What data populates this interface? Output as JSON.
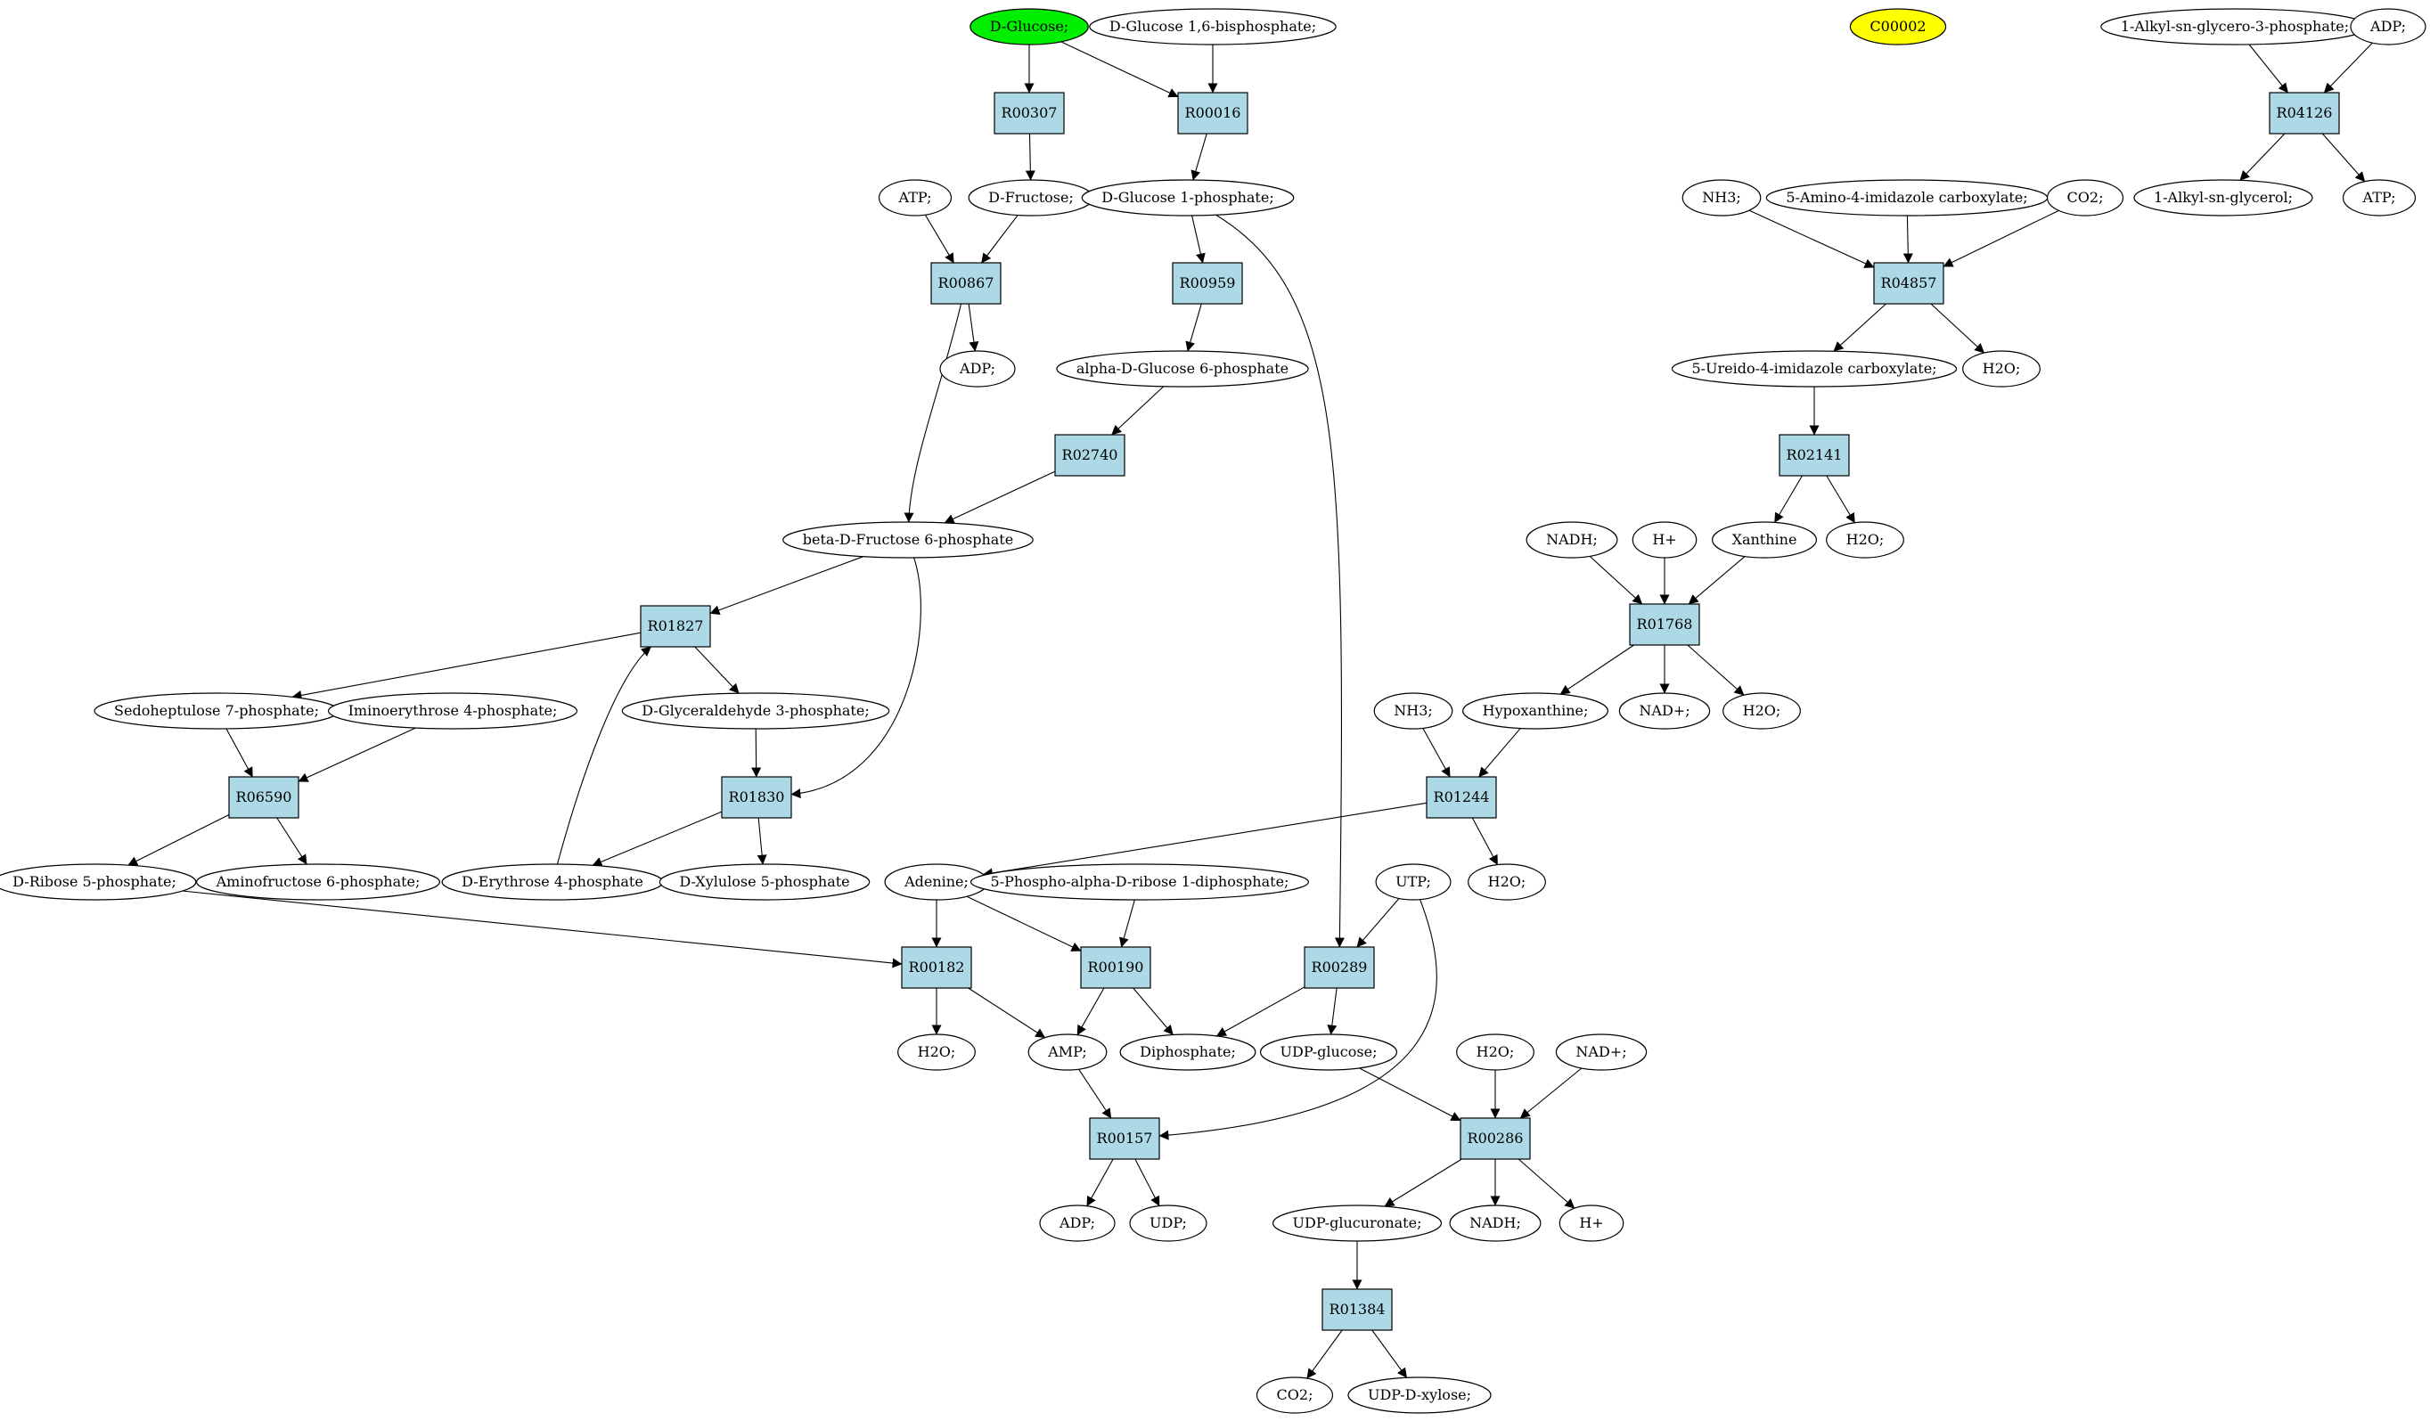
{
  "colors": {
    "reaction_fill": "#add8e6",
    "compound_fill": "#ffffff",
    "start_fill": "#00ee00",
    "target_fill": "#ffff00",
    "stroke": "#000000"
  },
  "nodes": {
    "dglc": {
      "label": "D-Glucose;",
      "kind": "compound",
      "highlight": "start"
    },
    "dglc16bp": {
      "label": "D-Glucose 1,6-bisphosphate;",
      "kind": "compound"
    },
    "c00002": {
      "label": "C00002",
      "kind": "compound",
      "highlight": "target"
    },
    "alkylg3p": {
      "label": "1-Alkyl-sn-glycero-3-phosphate;",
      "kind": "compound"
    },
    "adp_a": {
      "label": "ADP;",
      "kind": "compound"
    },
    "r00307": {
      "label": "R00307",
      "kind": "reaction"
    },
    "r00016": {
      "label": "R00016",
      "kind": "reaction"
    },
    "r04126": {
      "label": "R04126",
      "kind": "reaction"
    },
    "atp1": {
      "label": "ATP;",
      "kind": "compound"
    },
    "dfru": {
      "label": "D-Fructose;",
      "kind": "compound"
    },
    "dglc1p": {
      "label": "D-Glucose 1-phosphate;",
      "kind": "compound"
    },
    "nh3_a": {
      "label": "NH3;",
      "kind": "compound"
    },
    "aicarb": {
      "label": "5-Amino-4-imidazole carboxylate;",
      "kind": "compound"
    },
    "co2_a": {
      "label": "CO2;",
      "kind": "compound"
    },
    "alkylgol": {
      "label": "1-Alkyl-sn-glycerol;",
      "kind": "compound"
    },
    "atp2": {
      "label": "ATP;",
      "kind": "compound"
    },
    "r00867": {
      "label": "R00867",
      "kind": "reaction"
    },
    "r00959": {
      "label": "R00959",
      "kind": "reaction"
    },
    "r04857": {
      "label": "R04857",
      "kind": "reaction"
    },
    "adp_b": {
      "label": "ADP;",
      "kind": "compound"
    },
    "ag6p": {
      "label": "alpha-D-Glucose 6-phosphate",
      "kind": "compound"
    },
    "uicarb": {
      "label": "5-Ureido-4-imidazole carboxylate;",
      "kind": "compound"
    },
    "h2o_a": {
      "label": "H2O;",
      "kind": "compound"
    },
    "r02740": {
      "label": "R02740",
      "kind": "reaction"
    },
    "r02141": {
      "label": "R02141",
      "kind": "reaction"
    },
    "bf6p": {
      "label": "beta-D-Fructose 6-phosphate",
      "kind": "compound"
    },
    "nadh_a": {
      "label": "NADH;",
      "kind": "compound"
    },
    "hplus_a": {
      "label": "H+",
      "kind": "compound"
    },
    "xanthine": {
      "label": "Xanthine",
      "kind": "compound"
    },
    "h2o_b": {
      "label": "H2O;",
      "kind": "compound"
    },
    "r01827": {
      "label": "R01827",
      "kind": "reaction"
    },
    "r01768": {
      "label": "R01768",
      "kind": "reaction"
    },
    "s7p": {
      "label": "Sedoheptulose 7-phosphate;",
      "kind": "compound"
    },
    "ie4p": {
      "label": "Iminoerythrose 4-phosphate;",
      "kind": "compound"
    },
    "g3p": {
      "label": "D-Glyceraldehyde 3-phosphate;",
      "kind": "compound"
    },
    "nh3_b": {
      "label": "NH3;",
      "kind": "compound"
    },
    "hypox": {
      "label": "Hypoxanthine;",
      "kind": "compound"
    },
    "nadplus_a": {
      "label": "NAD+;",
      "kind": "compound"
    },
    "h2o_c": {
      "label": "H2O;",
      "kind": "compound"
    },
    "r06590": {
      "label": "R06590",
      "kind": "reaction"
    },
    "r01830": {
      "label": "R01830",
      "kind": "reaction"
    },
    "r01244": {
      "label": "R01244",
      "kind": "reaction"
    },
    "r5p": {
      "label": "D-Ribose 5-phosphate;",
      "kind": "compound"
    },
    "af6p": {
      "label": "Aminofructose 6-phosphate;",
      "kind": "compound"
    },
    "e4p": {
      "label": "D-Erythrose 4-phosphate",
      "kind": "compound"
    },
    "xu5p": {
      "label": "D-Xylulose 5-phosphate",
      "kind": "compound"
    },
    "adenine": {
      "label": "Adenine;",
      "kind": "compound"
    },
    "prpp": {
      "label": "5-Phospho-alpha-D-ribose 1-diphosphate;",
      "kind": "compound"
    },
    "utp": {
      "label": "UTP;",
      "kind": "compound"
    },
    "h2o_d": {
      "label": "H2O;",
      "kind": "compound"
    },
    "r00182": {
      "label": "R00182",
      "kind": "reaction"
    },
    "r00190": {
      "label": "R00190",
      "kind": "reaction"
    },
    "r00289": {
      "label": "R00289",
      "kind": "reaction"
    },
    "h2o_e": {
      "label": "H2O;",
      "kind": "compound"
    },
    "amp": {
      "label": "AMP;",
      "kind": "compound"
    },
    "ppi": {
      "label": "Diphosphate;",
      "kind": "compound"
    },
    "udpglc": {
      "label": "UDP-glucose;",
      "kind": "compound"
    },
    "h2o_f": {
      "label": "H2O;",
      "kind": "compound"
    },
    "nadplus_b": {
      "label": "NAD+;",
      "kind": "compound"
    },
    "r00157": {
      "label": "R00157",
      "kind": "reaction"
    },
    "r00286": {
      "label": "R00286",
      "kind": "reaction"
    },
    "adp_c": {
      "label": "ADP;",
      "kind": "compound"
    },
    "udp": {
      "label": "UDP;",
      "kind": "compound"
    },
    "udpglcA": {
      "label": "UDP-glucuronate;",
      "kind": "compound"
    },
    "nadh_b": {
      "label": "NADH;",
      "kind": "compound"
    },
    "hplus_b": {
      "label": "H+",
      "kind": "compound"
    },
    "r01384": {
      "label": "R01384",
      "kind": "reaction"
    },
    "co2_b": {
      "label": "CO2;",
      "kind": "compound"
    },
    "udpxyl": {
      "label": "UDP-D-xylose;",
      "kind": "compound"
    }
  },
  "edges": [
    [
      "dglc",
      "r00307"
    ],
    [
      "dglc",
      "r00016"
    ],
    [
      "dglc16bp",
      "r00016"
    ],
    [
      "r00307",
      "dfru"
    ],
    [
      "r00016",
      "dglc1p"
    ],
    [
      "atp1",
      "r00867"
    ],
    [
      "dfru",
      "r00867"
    ],
    [
      "r00867",
      "adp_b"
    ],
    [
      "r00867",
      "bf6p"
    ],
    [
      "dglc1p",
      "r00959"
    ],
    [
      "dglc1p",
      "r00289"
    ],
    [
      "r00959",
      "ag6p"
    ],
    [
      "ag6p",
      "r02740"
    ],
    [
      "r02740",
      "bf6p"
    ],
    [
      "bf6p",
      "r01827"
    ],
    [
      "bf6p",
      "r01830"
    ],
    [
      "r01827",
      "s7p"
    ],
    [
      "r01827",
      "g3p"
    ],
    [
      "s7p",
      "r06590"
    ],
    [
      "ie4p",
      "r06590"
    ],
    [
      "r06590",
      "r5p"
    ],
    [
      "r06590",
      "af6p"
    ],
    [
      "g3p",
      "r01830"
    ],
    [
      "r01830",
      "e4p"
    ],
    [
      "r01830",
      "xu5p"
    ],
    [
      "e4p",
      "r01827"
    ],
    [
      "r5p",
      "r00182"
    ],
    [
      "adenine",
      "r00182"
    ],
    [
      "adenine",
      "r00190"
    ],
    [
      "prpp",
      "r00190"
    ],
    [
      "r00182",
      "h2o_e"
    ],
    [
      "r00182",
      "amp"
    ],
    [
      "r00190",
      "amp"
    ],
    [
      "r00190",
      "ppi"
    ],
    [
      "utp",
      "r00289"
    ],
    [
      "utp",
      "r00157"
    ],
    [
      "r00289",
      "ppi"
    ],
    [
      "r00289",
      "udpglc"
    ],
    [
      "amp",
      "r00157"
    ],
    [
      "r00157",
      "adp_c"
    ],
    [
      "r00157",
      "udp"
    ],
    [
      "udpglc",
      "r00286"
    ],
    [
      "h2o_f",
      "r00286"
    ],
    [
      "nadplus_b",
      "r00286"
    ],
    [
      "r00286",
      "udpglcA"
    ],
    [
      "r00286",
      "nadh_b"
    ],
    [
      "r00286",
      "hplus_b"
    ],
    [
      "udpglcA",
      "r01384"
    ],
    [
      "r01384",
      "co2_b"
    ],
    [
      "r01384",
      "udpxyl"
    ],
    [
      "alkylg3p",
      "r04126"
    ],
    [
      "adp_a",
      "r04126"
    ],
    [
      "r04126",
      "alkylgol"
    ],
    [
      "r04126",
      "atp2"
    ],
    [
      "nh3_a",
      "r04857"
    ],
    [
      "aicarb",
      "r04857"
    ],
    [
      "co2_a",
      "r04857"
    ],
    [
      "r04857",
      "uicarb"
    ],
    [
      "r04857",
      "h2o_a"
    ],
    [
      "uicarb",
      "r02141"
    ],
    [
      "r02141",
      "xanthine"
    ],
    [
      "r02141",
      "h2o_b"
    ],
    [
      "nadh_a",
      "r01768"
    ],
    [
      "hplus_a",
      "r01768"
    ],
    [
      "xanthine",
      "r01768"
    ],
    [
      "r01768",
      "hypox"
    ],
    [
      "r01768",
      "nadplus_a"
    ],
    [
      "r01768",
      "h2o_c"
    ],
    [
      "nh3_b",
      "r01244"
    ],
    [
      "hypox",
      "r01244"
    ],
    [
      "r01244",
      "adenine"
    ],
    [
      "r01244",
      "h2o_d"
    ]
  ]
}
